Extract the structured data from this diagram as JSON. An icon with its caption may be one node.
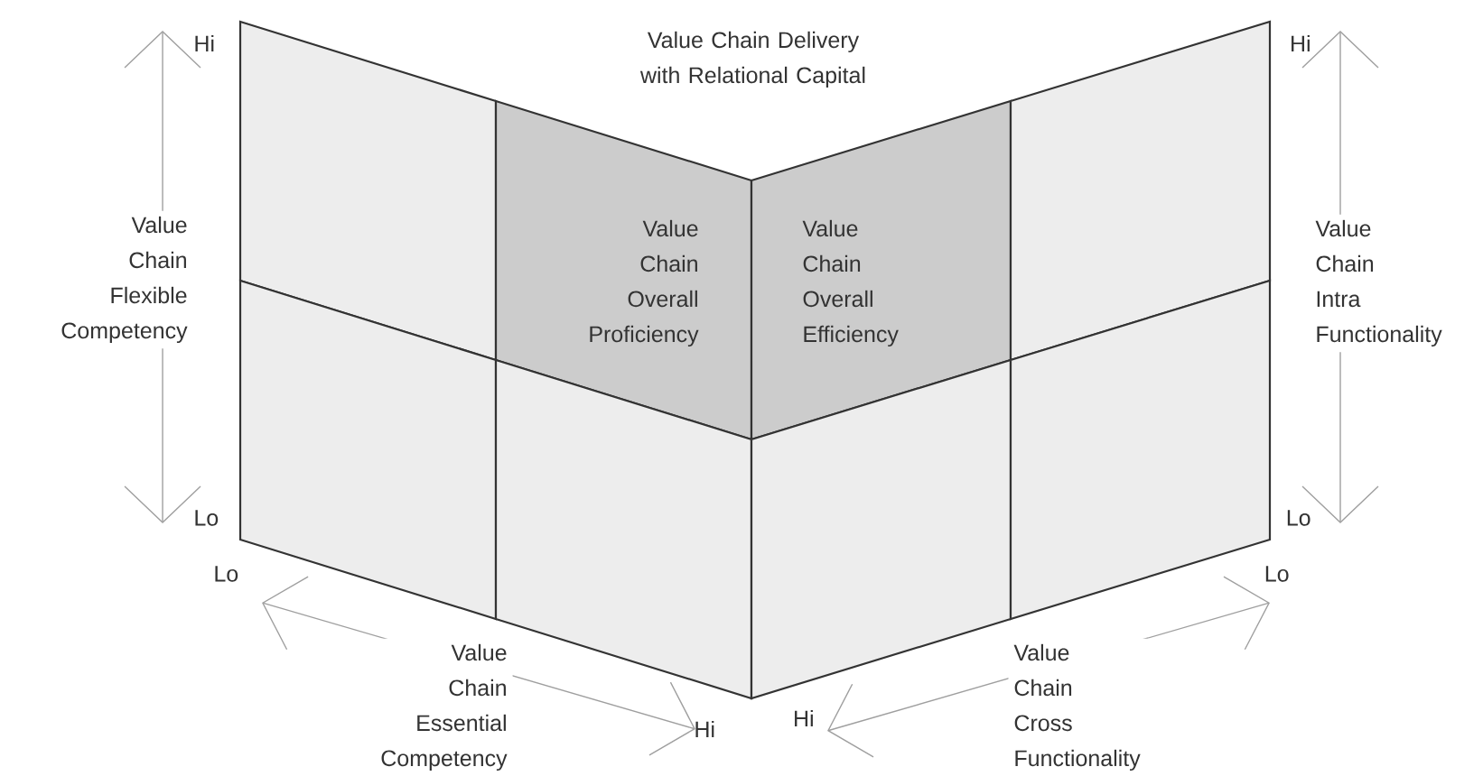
{
  "diagram": {
    "title": "Value Chain Delivery with Relational Capital",
    "nodes": [
      {
        "text": [],
        "shape": "box"
      },
      {
        "text": [
          "Value Chain Overall Proficiency"
        ]
      },
      {
        "text": [
          "Value Chain Overall Efficiency"
        ]
      },
      {
        "text": [],
        "shape": "box"
      },
      {
        "text": [],
        "shape": "box"
      },
      {
        "text": [],
        "shape": "box"
      },
      {
        "text": [],
        "shape": "box"
      },
      {
        "text": [],
        "shape": "box"
      }
    ],
    "edges": [],
    "labels": [
      "Hi",
      "Hi",
      "Value Chain Flexible Competency",
      "Value Chain Intra Functionality",
      "Lo",
      "Lo",
      "Lo",
      "Lo",
      "Value Chain Essential Competency",
      "Hi",
      "Hi",
      "Value Chain Cross Functionality"
    ]
  }
}
